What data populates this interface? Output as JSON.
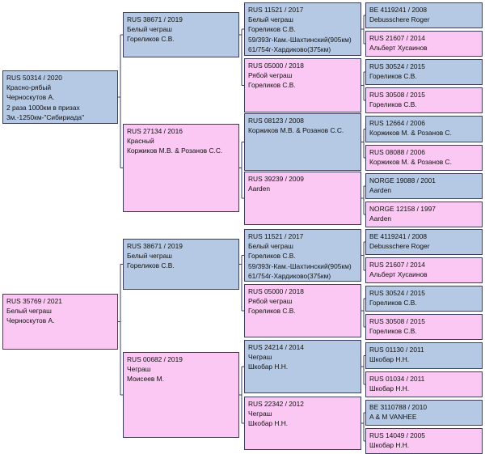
{
  "pedigrees": [
    {
      "subject": {
        "lines": [
          "RUS  50314 / 2020",
          "Красно-рябый",
          "Черноскутов А.",
          "2 раза 1000км в призах",
          "3м.-1250км-\"Сибириада\""
        ],
        "color": "blue"
      },
      "sire": {
        "lines": [
          "RUS  38671 / 2019",
          "Белый чеграш",
          "Гореликов С.В."
        ],
        "color": "blue"
      },
      "dam": {
        "lines": [
          "RUS  27134 / 2016",
          "Красный",
          "Коржиков М.В. & Розанов С.С."
        ],
        "color": "pink"
      },
      "sire_sire": {
        "lines": [
          "RUS  11521 / 2017",
          "Белый чеграш",
          "Гореликов С.В.",
          "59/393г-Кам.-Шахтинский(905км)",
          "61/754г-Хардиково(375км)"
        ],
        "color": "blue"
      },
      "sire_dam": {
        "lines": [
          "RUS  05000 / 2018",
          "Рябой чеграш",
          "Гореликов С.В."
        ],
        "color": "pink"
      },
      "dam_sire": {
        "lines": [
          "RUS  08123 / 2008",
          "Коржиков М.В. & Розанов С.С."
        ],
        "color": "blue"
      },
      "dam_dam": {
        "lines": [
          "RUS  39239 / 2009",
          "Aarden"
        ],
        "color": "pink"
      },
      "g4": [
        {
          "lines": [
            "BE  4119241 / 2008",
            "Debusschere Roger"
          ],
          "color": "blue"
        },
        {
          "lines": [
            "RUS  21607 / 2014",
            "Альберт Хусаинов"
          ],
          "color": "pink"
        },
        {
          "lines": [
            "RUS  30524 / 2015",
            "Гореликов С.В."
          ],
          "color": "blue"
        },
        {
          "lines": [
            "RUS  30508 / 2015",
            "Гореликов С.В."
          ],
          "color": "pink"
        },
        {
          "lines": [
            "RUS  12664 / 2006",
            "Коржиков М. & Розанов С."
          ],
          "color": "blue"
        },
        {
          "lines": [
            "RUS  08088 / 2006",
            "Коржиков М. & Розанов С."
          ],
          "color": "pink"
        },
        {
          "lines": [
            "NORGE  19088 / 2001",
            "Aarden"
          ],
          "color": "blue"
        },
        {
          "lines": [
            "NORGE  12158 / 1997",
            "Aarden"
          ],
          "color": "pink"
        }
      ]
    },
    {
      "subject": {
        "lines": [
          "RUS  35769 / 2021",
          "Белый чеграш",
          "Черноскутов А."
        ],
        "color": "pink"
      },
      "sire": {
        "lines": [
          "RUS  38671 / 2019",
          "Белый чеграш",
          "Гореликов С.В."
        ],
        "color": "blue"
      },
      "dam": {
        "lines": [
          "RUS  00682 / 2019",
          "Чеграш",
          "Моисеев М."
        ],
        "color": "pink"
      },
      "sire_sire": {
        "lines": [
          "RUS  11521 / 2017",
          "Белый чеграш",
          "Гореликов С.В.",
          "59/393г-Кам.-Шахтинский(905км)",
          "61/754г-Хардиково(375км)"
        ],
        "color": "blue"
      },
      "sire_dam": {
        "lines": [
          "RUS  05000 / 2018",
          "Рябой чеграш",
          "Гореликов С.В."
        ],
        "color": "pink"
      },
      "dam_sire": {
        "lines": [
          "RUS  24214 / 2014",
          "Чеграш",
          "Шкобар Н.Н."
        ],
        "color": "blue"
      },
      "dam_dam": {
        "lines": [
          "RUS  22342 / 2012",
          "Чеграш",
          "Шкобар Н.Н."
        ],
        "color": "pink"
      },
      "g4": [
        {
          "lines": [
            "BE  4119241 / 2008",
            "Debusschere Roger"
          ],
          "color": "blue"
        },
        {
          "lines": [
            "RUS  21607 / 2014",
            "Альберт Хусаинов"
          ],
          "color": "pink"
        },
        {
          "lines": [
            "RUS  30524 / 2015",
            "Гореликов С.В."
          ],
          "color": "blue"
        },
        {
          "lines": [
            "RUS  30508 / 2015",
            "Гореликов С.В."
          ],
          "color": "pink"
        },
        {
          "lines": [
            "RUS  01130 / 2011",
            "Шкобар Н.Н."
          ],
          "color": "blue"
        },
        {
          "lines": [
            "RUS  01034 / 2011",
            "Шкобар Н.Н."
          ],
          "color": "pink"
        },
        {
          "lines": [
            "BE  3110788 / 2010",
            "A & M VANHEE"
          ],
          "color": "blue"
        },
        {
          "lines": [
            "RUS  14049 / 2005",
            "Шкобар Н.Н."
          ],
          "color": "pink"
        }
      ]
    }
  ]
}
